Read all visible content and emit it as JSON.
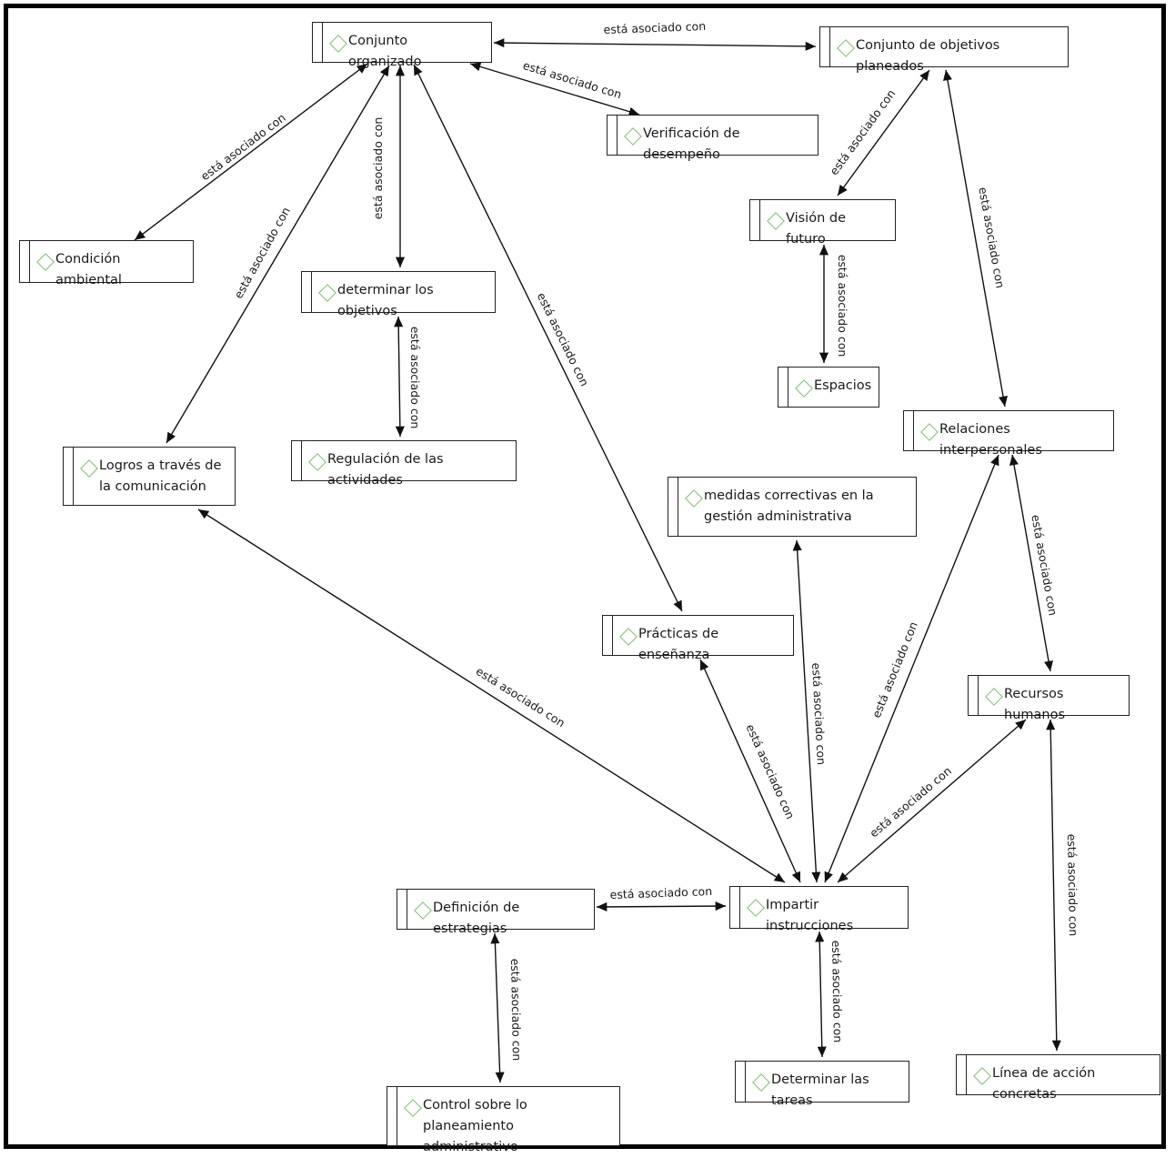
{
  "diagram": {
    "nodes": [
      {
        "id": "conjunto",
        "label": "Conjunto organizado"
      },
      {
        "id": "objplan",
        "label": "Conjunto de objetivos planeados"
      },
      {
        "id": "verif",
        "label": "Verificación de desempeño"
      },
      {
        "id": "vision",
        "label": "Visión de futuro"
      },
      {
        "id": "condicion",
        "label": "Condición ambiental"
      },
      {
        "id": "determinar",
        "label": "determinar los objetivos"
      },
      {
        "id": "espacios",
        "label": "Espacios"
      },
      {
        "id": "relaciones",
        "label": "Relaciones interpersonales"
      },
      {
        "id": "logros",
        "label": "Logros a través de la comunicación"
      },
      {
        "id": "regulacion",
        "label": "Regulación de las actividades"
      },
      {
        "id": "medidas",
        "label": "medidas correctivas en la gestión administrativa"
      },
      {
        "id": "practicas",
        "label": "Prácticas de enseñanza"
      },
      {
        "id": "recursos",
        "label": "Recursos humanos"
      },
      {
        "id": "impartir",
        "label": "Impartir instrucciones"
      },
      {
        "id": "definicion",
        "label": "Definición de estrategias"
      },
      {
        "id": "determinartareas",
        "label": "Determinar las tareas"
      },
      {
        "id": "linea",
        "label": "Línea de acción concretas"
      },
      {
        "id": "control",
        "label": "Control sobre lo planeamiento administrativo"
      }
    ],
    "edges": [
      {
        "from": "conjunto",
        "to": "objplan",
        "label": "está asociado con"
      },
      {
        "from": "conjunto",
        "to": "verif",
        "label": "está asociado con"
      },
      {
        "from": "conjunto",
        "to": "condicion",
        "label": "está asociado con"
      },
      {
        "from": "conjunto",
        "to": "determinar",
        "label": "está asociado con"
      },
      {
        "from": "conjunto",
        "to": "logros",
        "label": "está asociado con"
      },
      {
        "from": "conjunto",
        "to": "practicas",
        "label": "está asociado con"
      },
      {
        "from": "objplan",
        "to": "vision",
        "label": "está asociado con"
      },
      {
        "from": "objplan",
        "to": "relaciones",
        "label": "está asociado con"
      },
      {
        "from": "vision",
        "to": "espacios",
        "label": "está asociado con"
      },
      {
        "from": "determinar",
        "to": "regulacion",
        "label": "está asociado con"
      },
      {
        "from": "relaciones",
        "to": "recursos",
        "label": "está asociado con"
      },
      {
        "from": "logros",
        "to": "impartir",
        "label": "está asociado con"
      },
      {
        "from": "practicas",
        "to": "impartir",
        "label": "está asociado con"
      },
      {
        "from": "medidas",
        "to": "impartir",
        "label": "está asociado con"
      },
      {
        "from": "relaciones",
        "to": "impartir",
        "label": "está asociado con"
      },
      {
        "from": "recursos",
        "to": "impartir",
        "label": "está asociado con"
      },
      {
        "from": "recursos",
        "to": "linea",
        "label": "está asociado con"
      },
      {
        "from": "definicion",
        "to": "impartir",
        "label": "está asociado con"
      },
      {
        "from": "impartir",
        "to": "determinartareas",
        "label": "está asociado con"
      },
      {
        "from": "definicion",
        "to": "control",
        "label": "está asociado con"
      }
    ]
  }
}
